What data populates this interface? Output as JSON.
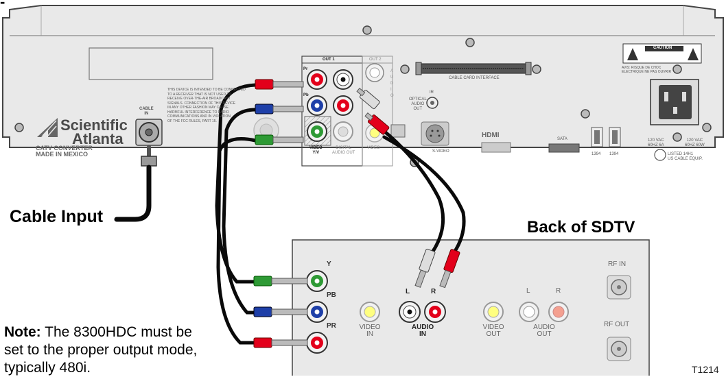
{
  "top_fragment": "-",
  "cable_input_label": "Cable Input",
  "sdtv_title": "Back of SDTV",
  "note": {
    "bold": "Note:",
    "line1": " The 8300HDC must be",
    "line2": "set to the proper output mode,",
    "line3": "typically 480i."
  },
  "diagram_id": "T1214",
  "stb": {
    "brand_line1": "Scientific",
    "brand_line2": "Atlanta",
    "sub_line1": "CATV CONVERTER",
    "sub_line2": "MADE IN MEXICO",
    "cable_in": "CABLE\nIN",
    "out1": "OUT 1",
    "out2": "OUT 2",
    "pr": "Pr",
    "pb": "Pb",
    "video_yv": "VIDEO\nY/V",
    "digital_audio_out": "DIGITAL\nAUDIO OUT",
    "video": "VIDEO",
    "audio_vertical": "A U D I O",
    "optical": "OPTICAL\nAUDIO\nOUT",
    "ir": "IR",
    "svideo": "S-VIDEO",
    "hdmi": "HDMI",
    "sata": "SATA",
    "p1394a": "1394",
    "p1394b": "1394",
    "cablecard": "CABLE CARD INTERFACE",
    "caution": "CAUTION",
    "avis": "AVIS: RISQUE DE CHOC\nELECTRIQUE NE PAS OUVRIR",
    "power1": "120 VAC\n60HZ 6A",
    "power2": "120 VAC\n60HZ 60W",
    "listed": "LISTED 14H1\nUS CABLE EQUIP.",
    "warning": "THIS DEVICE IS INTENDED TO BE CONNECTED\nTO A RECEIVER THAT IS NOT USED TO\nRECEIVE OVER-THE-AIR BROADCAST\nSIGNALS. CONNECTION OF THIS DEVICE\nIN ANY OTHER FASHION MAY CAUSE\nHARMFUL INTERFERENCE TO RADIO\nCOMMUNICATIONS AND IN VIOLATION\nOF THE FCC RULES, PART 15."
  },
  "tv": {
    "y": "Y",
    "pb": "PB",
    "pr": "PR",
    "video_in": "VIDEO\nIN",
    "audio_in": "AUDIO\nIN",
    "l_in": "L",
    "r_in": "R",
    "video_out": "VIDEO\nOUT",
    "audio_out": "AUDIO\nOUT",
    "l_out": "L",
    "r_out": "R",
    "rf_in": "RF IN",
    "rf_out": "RF OUT"
  },
  "colors": {
    "red": "#e3001b",
    "blue": "#1e3fa8",
    "green": "#2e9a35",
    "cable": "#0a0a0a",
    "panel": "#e9e9e9"
  }
}
